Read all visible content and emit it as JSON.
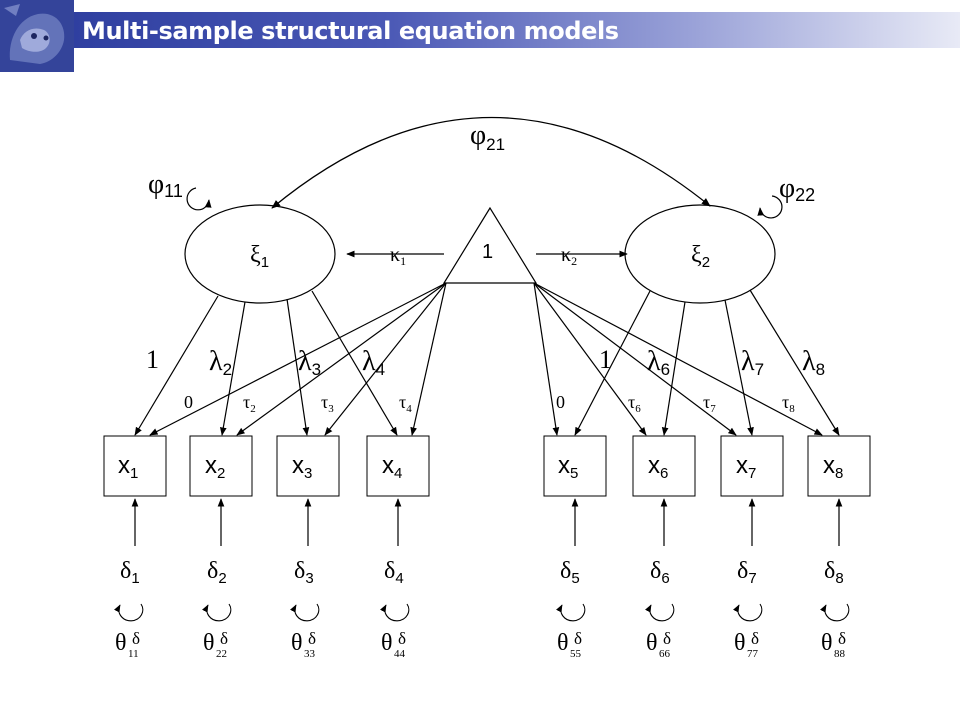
{
  "header": {
    "title": "Multi-sample structural equation models",
    "logo_icon": "lion-logo-icon"
  },
  "diagram": {
    "latent": [
      {
        "label": "ξ",
        "sub": "1",
        "variance": "φ",
        "variance_sub": "11"
      },
      {
        "label": "ξ",
        "sub": "2",
        "variance": "φ",
        "variance_sub": "22"
      }
    ],
    "covariance": {
      "label": "φ",
      "sub": "21"
    },
    "constant": {
      "label": "1"
    },
    "means": [
      {
        "label": "κ",
        "sub": "1"
      },
      {
        "label": "κ",
        "sub": "2"
      }
    ],
    "loadings": [
      {
        "label": "1",
        "sub": ""
      },
      {
        "label": "λ",
        "sub": "2"
      },
      {
        "label": "λ",
        "sub": "3"
      },
      {
        "label": "λ",
        "sub": "4"
      },
      {
        "label": "1",
        "sub": ""
      },
      {
        "label": "λ",
        "sub": "6"
      },
      {
        "label": "λ",
        "sub": "7"
      },
      {
        "label": "λ",
        "sub": "8"
      }
    ],
    "intercepts": [
      {
        "label": "0",
        "sub": ""
      },
      {
        "label": "τ",
        "sub": "2"
      },
      {
        "label": "τ",
        "sub": "3"
      },
      {
        "label": "τ",
        "sub": "4"
      },
      {
        "label": "0",
        "sub": ""
      },
      {
        "label": "τ",
        "sub": "6"
      },
      {
        "label": "τ",
        "sub": "7"
      },
      {
        "label": "τ",
        "sub": "8"
      }
    ],
    "indicators": [
      {
        "label": "x",
        "sub": "1"
      },
      {
        "label": "x",
        "sub": "2"
      },
      {
        "label": "x",
        "sub": "3"
      },
      {
        "label": "x",
        "sub": "4"
      },
      {
        "label": "x",
        "sub": "5"
      },
      {
        "label": "x",
        "sub": "6"
      },
      {
        "label": "x",
        "sub": "7"
      },
      {
        "label": "x",
        "sub": "8"
      }
    ],
    "errors": [
      {
        "label": "δ",
        "sub": "1"
      },
      {
        "label": "δ",
        "sub": "2"
      },
      {
        "label": "δ",
        "sub": "3"
      },
      {
        "label": "δ",
        "sub": "4"
      },
      {
        "label": "δ",
        "sub": "5"
      },
      {
        "label": "δ",
        "sub": "6"
      },
      {
        "label": "δ",
        "sub": "7"
      },
      {
        "label": "δ",
        "sub": "8"
      }
    ],
    "error_variances": [
      {
        "label": "θ",
        "sub": "11",
        "sup": "δ"
      },
      {
        "label": "θ",
        "sub": "22",
        "sup": "δ"
      },
      {
        "label": "θ",
        "sub": "33",
        "sup": "δ"
      },
      {
        "label": "θ",
        "sub": "44",
        "sup": "δ"
      },
      {
        "label": "θ",
        "sub": "55",
        "sup": "δ"
      },
      {
        "label": "θ",
        "sub": "66",
        "sup": "δ"
      },
      {
        "label": "θ",
        "sub": "77",
        "sup": "δ"
      },
      {
        "label": "θ",
        "sub": "88",
        "sup": "δ"
      }
    ]
  }
}
